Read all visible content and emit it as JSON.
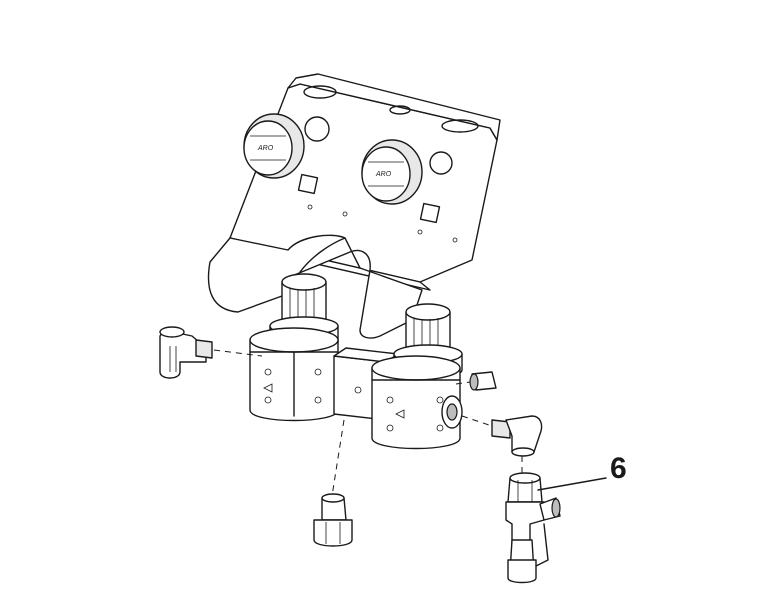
{
  "diagram": {
    "callouts": [
      {
        "label": "6",
        "target": "elbow-fitting-assembly"
      }
    ],
    "gauge_brand": "ARO"
  }
}
